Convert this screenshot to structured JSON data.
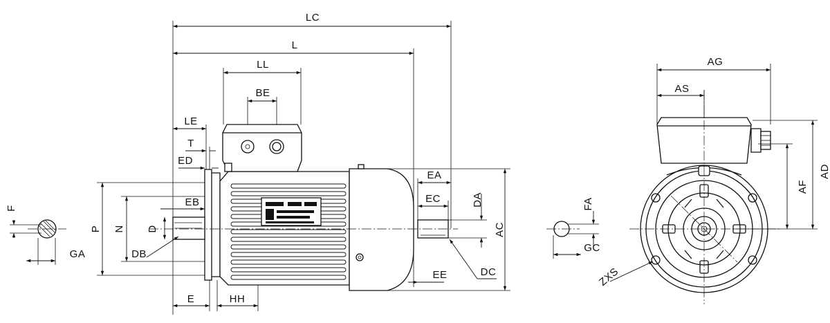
{
  "labels": {
    "lc": "LC",
    "l": "L",
    "ll": "LL",
    "be": "BE",
    "le": "LE",
    "t": "T",
    "ed": "ED",
    "eb": "EB",
    "d": "D",
    "db": "DB",
    "n": "N",
    "p": "P",
    "e": "E",
    "hh": "HH",
    "ea": "EA",
    "ec": "EC",
    "da": "DA",
    "ac": "AC",
    "dc": "DC",
    "ee": "EE",
    "f": "F",
    "ga": "GA",
    "ag": "AG",
    "as": "AS",
    "af": "AF",
    "ad": "AD",
    "fa": "FA",
    "gc": "GC",
    "zxs": "ZXS"
  }
}
